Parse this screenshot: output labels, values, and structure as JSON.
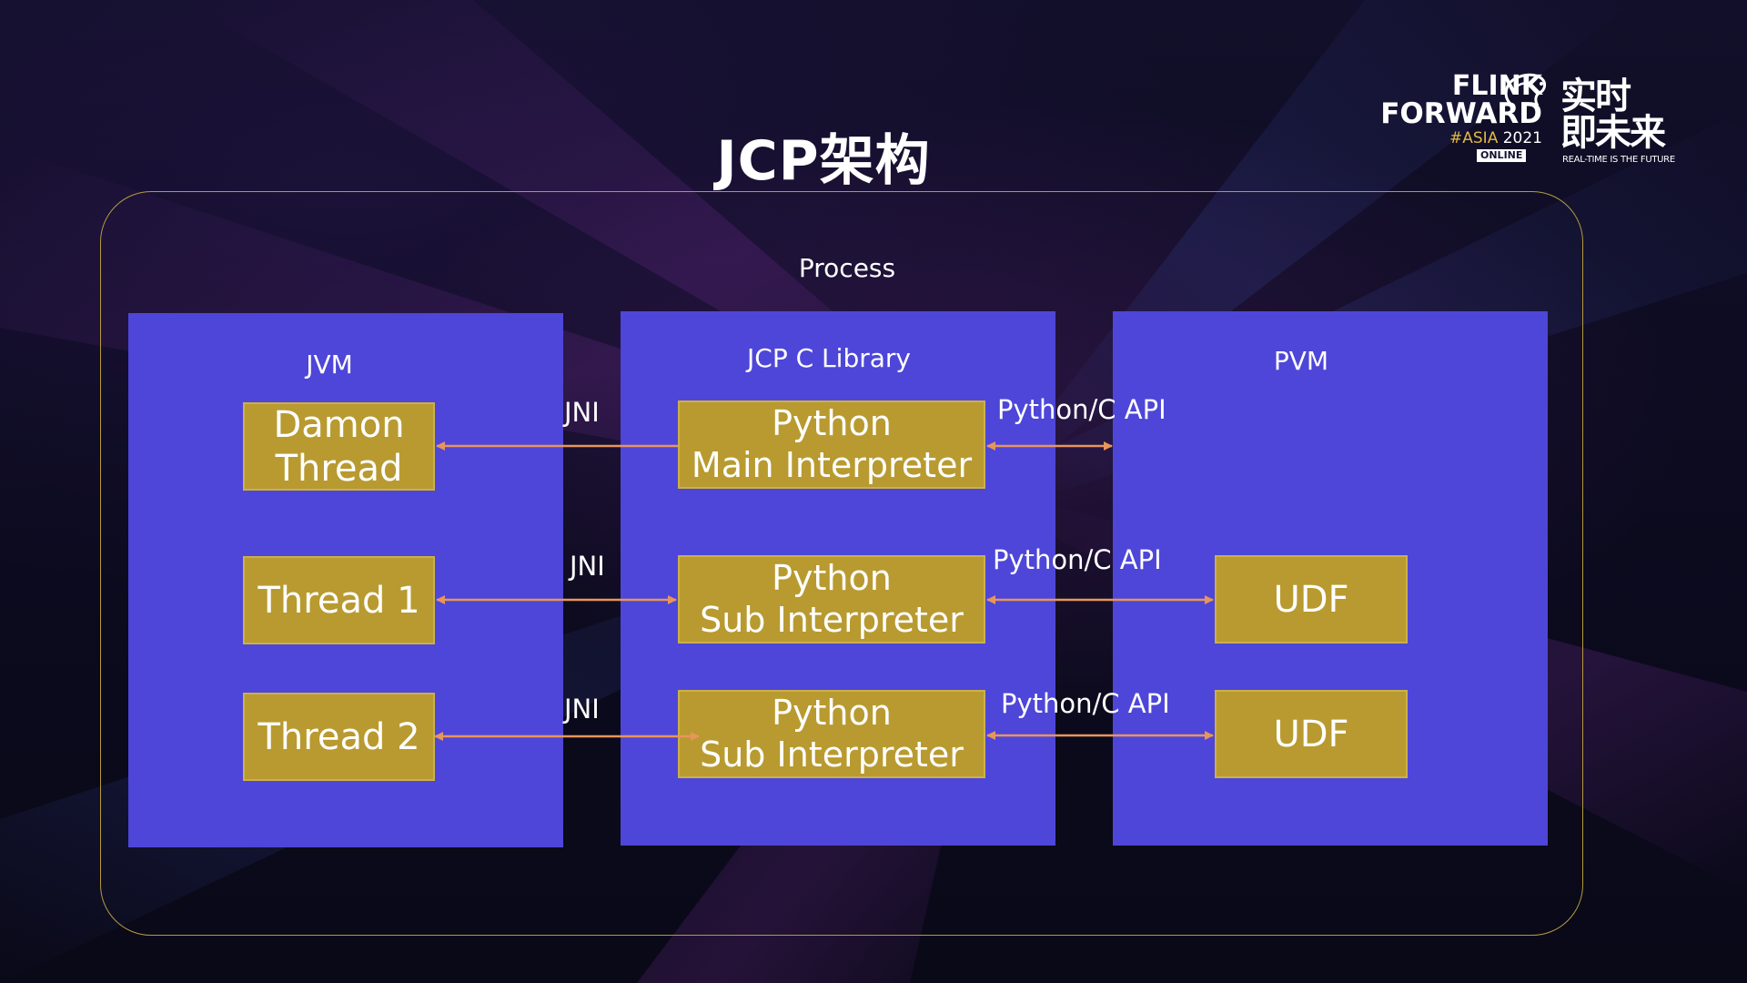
{
  "title": "JCP架构",
  "logo": {
    "line1": "FLINK",
    "line2": "FORWARD",
    "edition_prefix": "#ASIA",
    "edition_year": " 2021",
    "badge": "ONLINE",
    "cn_line1": "实时",
    "cn_line2": "即未来",
    "tagline": "REAL-TIME IS THE FUTURE"
  },
  "process_label": "Process",
  "panels": {
    "jvm": "JVM",
    "jcp": "JCP C Library",
    "pvm": "PVM"
  },
  "boxes": {
    "damon_thread": [
      "Damon",
      "Thread"
    ],
    "thread_1": [
      "Thread 1"
    ],
    "thread_2": [
      "Thread 2"
    ],
    "main_interp": [
      "Python",
      "Main Interpreter"
    ],
    "sub_interp_1": [
      "Python",
      "Sub Interpreter"
    ],
    "sub_interp_2": [
      "Python",
      "Sub Interpreter"
    ],
    "udf_1": [
      "UDF"
    ],
    "udf_2": [
      "UDF"
    ]
  },
  "connectors": {
    "jni_1": "JNI",
    "jni_2": "JNI",
    "jni_3": "JNI",
    "api_1": "Python/C API",
    "api_2": "Python/C API",
    "api_3": "Python/C API"
  },
  "colors": {
    "panel": "#4e46d8",
    "box": "#b89a30",
    "arrow": "#e8955a",
    "frame": "#b59a3e"
  }
}
